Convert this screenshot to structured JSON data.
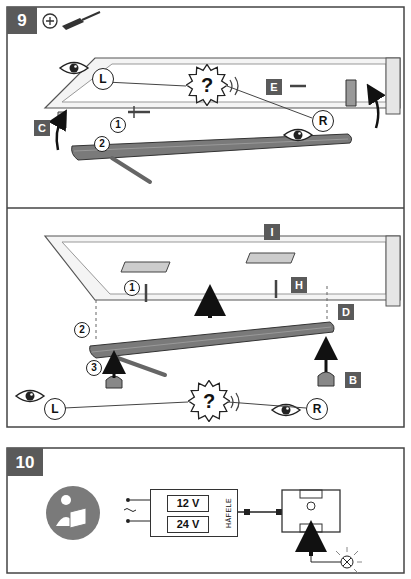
{
  "diagram": {
    "nodes": [
      {
        "text": [
          "9"
        ]
      },
      {
        "text": [
          "L"
        ]
      },
      {
        "text": [
          "C"
        ]
      },
      {
        "text": [
          "1"
        ]
      },
      {
        "text": [
          "2"
        ]
      },
      {
        "text": [
          "?"
        ]
      },
      {
        "text": [
          "E"
        ]
      },
      {
        "text": [
          "R"
        ]
      },
      {
        "text": [
          "I"
        ]
      },
      {
        "text": [
          "1"
        ]
      },
      {
        "text": [
          "H"
        ]
      },
      {
        "text": [
          "2"
        ]
      },
      {
        "text": [
          "D"
        ]
      },
      {
        "text": [
          "3"
        ]
      },
      {
        "text": [
          "L"
        ]
      },
      {
        "text": [
          "?"
        ]
      },
      {
        "text": [
          "R"
        ]
      },
      {
        "text": [
          "B"
        ]
      },
      {
        "text": [
          "10"
        ]
      },
      {
        "text": [
          "HÄFELE"
        ]
      },
      {
        "text": [
          "12 V"
        ],
        "in": 19
      },
      {
        "text": [
          "24 V"
        ],
        "in": 19
      }
    ]
  }
}
